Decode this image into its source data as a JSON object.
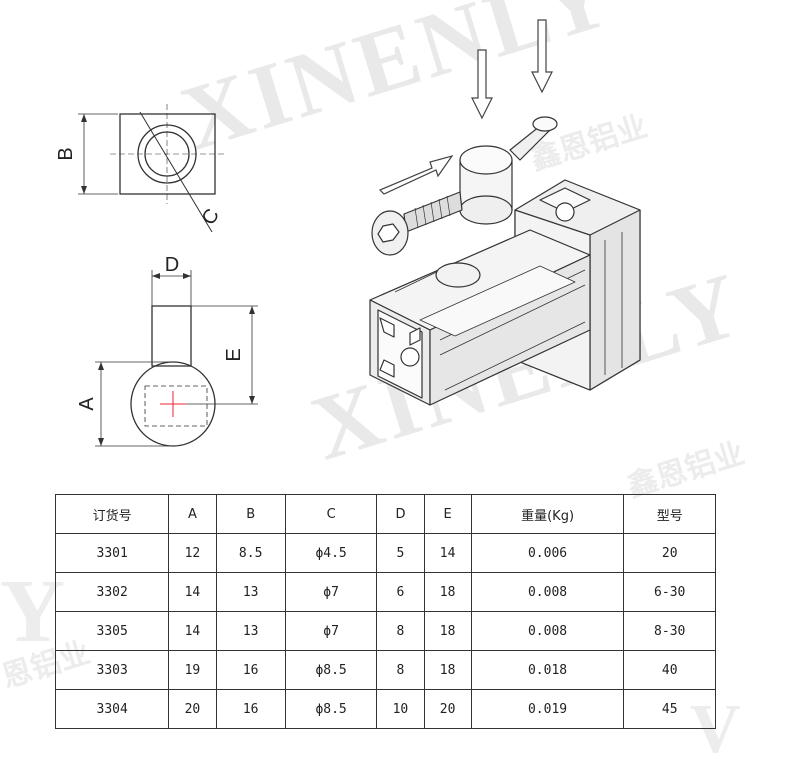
{
  "watermark": {
    "brand_latin": "XINENLY",
    "brand_cn": "鑫恩铝业",
    "partial_y": "Y",
    "partial_v": "V",
    "partial_cn": "恩铝业"
  },
  "diagram_labels": {
    "b": "B",
    "c": "C",
    "d": "D",
    "e": "E",
    "a": "A"
  },
  "table": {
    "headers": [
      "订货号",
      "A",
      "B",
      "C",
      "D",
      "E",
      "重量(Kg)",
      "型号"
    ],
    "rows": [
      [
        "3301",
        "12",
        "8.5",
        "ϕ4.5",
        "5",
        "14",
        "0.006",
        "20"
      ],
      [
        "3302",
        "14",
        "13",
        "ϕ7",
        "6",
        "18",
        "0.008",
        "6-30"
      ],
      [
        "3305",
        "14",
        "13",
        "ϕ7",
        "8",
        "18",
        "0.008",
        "8-30"
      ],
      [
        "3303",
        "19",
        "16",
        "ϕ8.5",
        "8",
        "18",
        "0.018",
        "40"
      ],
      [
        "3304",
        "20",
        "16",
        "ϕ8.5",
        "10",
        "20",
        "0.019",
        "45"
      ]
    ]
  }
}
